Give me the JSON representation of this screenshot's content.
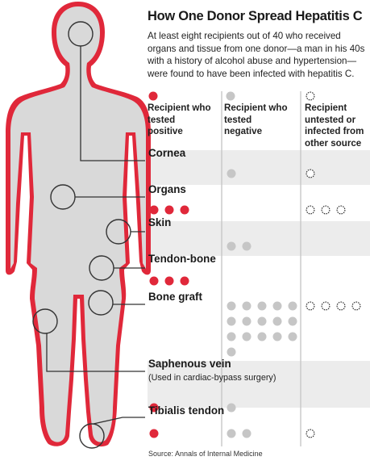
{
  "title": "How One Donor Spread Hepatitis C",
  "intro": "At least eight recipients out of 40 who received organs and tissue from one donor—a man in his 40s with a history of alcohol abuse and hypertension—were found to have been infected with hepatitis C.",
  "columns": [
    {
      "id": "positive",
      "label_lines": [
        "Recipient who",
        "tested",
        "positive"
      ]
    },
    {
      "id": "negative",
      "label_lines": [
        "Recipient who",
        "tested",
        "negative"
      ]
    },
    {
      "id": "untested",
      "label_lines": [
        "Recipient",
        "untested or",
        "infected from",
        "other source"
      ]
    }
  ],
  "rows": [
    {
      "label": "Cornea",
      "note": "",
      "positive": 0,
      "negative": 1,
      "untested": 1
    },
    {
      "label": "Organs",
      "note": "",
      "positive": 3,
      "negative": 0,
      "untested": 3
    },
    {
      "label": "Skin",
      "note": "",
      "positive": 0,
      "negative": 2,
      "untested": 0
    },
    {
      "label": "Tendon-bone",
      "note": "",
      "positive": 3,
      "negative": 0,
      "untested": 0
    },
    {
      "label": "Bone graft",
      "note": "",
      "positive": 0,
      "negative": 16,
      "untested": 4
    },
    {
      "label": "Saphenous vein",
      "note": "(Used in cardiac-bypass surgery)",
      "positive": 1,
      "negative": 1,
      "untested": 0
    },
    {
      "label": "Tibialis tendon",
      "note": "",
      "positive": 1,
      "negative": 2,
      "untested": 1
    }
  ],
  "source": "Source: Annals of Internal Medicine",
  "colors": {
    "positive": "#e0283a",
    "negative": "#c6c6c6",
    "untested_outline": "#333333",
    "body_fill": "#d9d9d9",
    "body_outline": "#e0283a",
    "stripe": "#ececec",
    "divider": "#c4c4c4",
    "leader": "#333333"
  }
}
